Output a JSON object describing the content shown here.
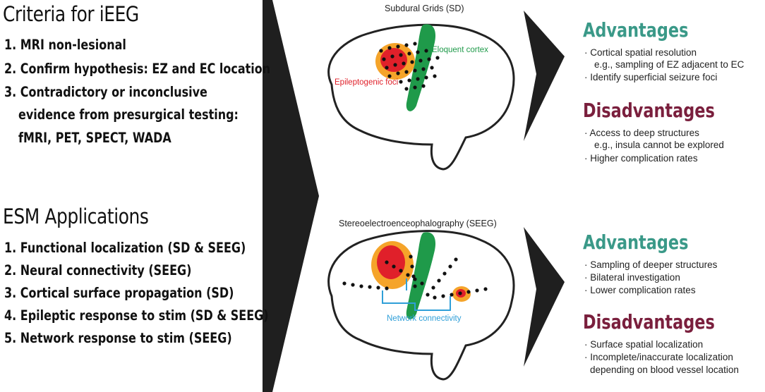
{
  "criteria": {
    "heading": "Criteria for iEEG",
    "items": [
      "1. MRI non-lesional",
      "2. Confirm hypothesis: EZ and EC location",
      "3. Contradictory or inconclusive",
      "evidence from presurgical testing:",
      "fMRI, PET, SPECT, WADA"
    ]
  },
  "esm": {
    "heading": "ESM Applications",
    "items": [
      "1. Functional localization (SD & SEEG)",
      "2. Neural connectivity (SEEG)",
      "3. Cortical surface propagation (SD)",
      "4. Epileptic response to stim (SD & SEEG)",
      "5. Network response to stim (SEEG)"
    ]
  },
  "sd": {
    "title": "Subdural Grids (SD)",
    "eloquent_label": "Eloquent cortex",
    "foci_label": "Epileptogenic foci",
    "advantages_heading": "Advantages",
    "advantages": [
      "Cortical spatial resolution",
      "e.g., sampling of EZ adjacent to EC",
      "Identify superficial seizure foci"
    ],
    "disadvantages_heading": "Disadvantages",
    "disadvantages": [
      "Access to deep structures",
      "e.g., insula cannot be explored",
      "Higher complication rates"
    ]
  },
  "seeg": {
    "title": "Stereoelectroenceophalography (SEEG)",
    "network_label": "Network connectivity",
    "advantages_heading": "Advantages",
    "advantages": [
      "Sampling of deeper structures",
      "Bilateral investigation",
      "Lower complication rates"
    ],
    "disadvantages_heading": "Disadvantages",
    "disadvantages": [
      "Surface spatial localization",
      "Incomplete/inaccurate localization",
      "depending on blood vessel location"
    ]
  },
  "colors": {
    "advantages": "#3a9988",
    "disadvantages": "#7a1f3d",
    "eloquent": "#1f9a4a",
    "foci_red": "#e0202a",
    "foci_orange": "#f5a42a",
    "network": "#2f9fd8",
    "arrow": "#1f1f1f"
  }
}
